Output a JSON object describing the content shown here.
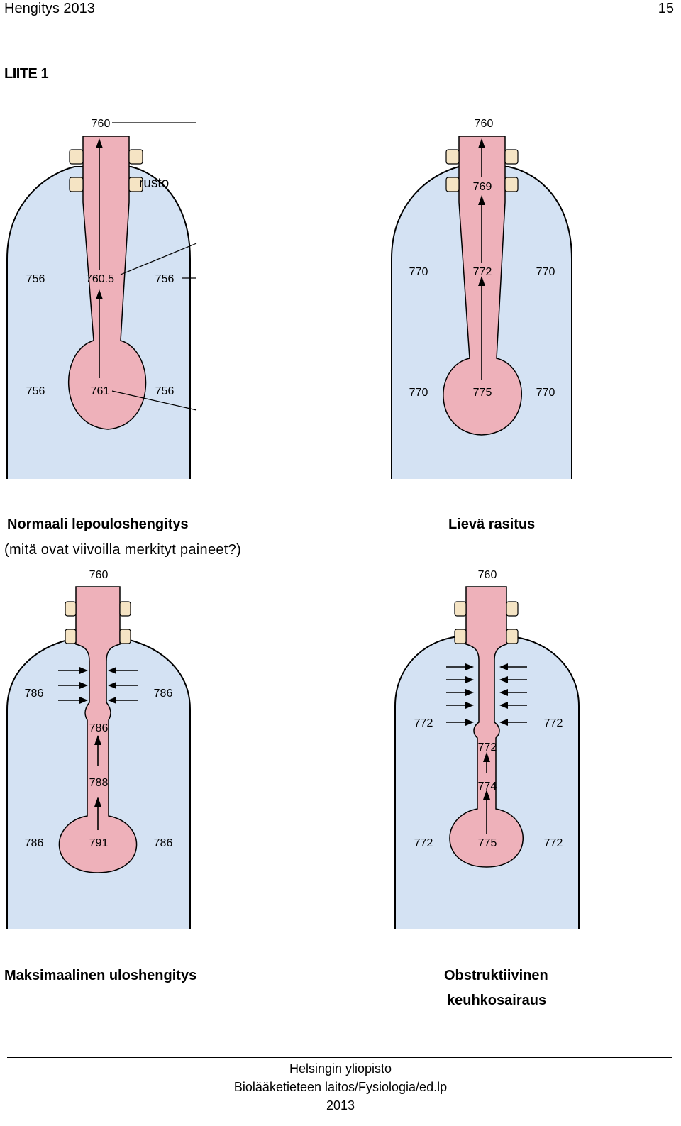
{
  "header": {
    "title": "Hengitys 2013",
    "page_number": "15"
  },
  "appendix_label": "LIITE 1",
  "panels": [
    {
      "top_pressure": "760",
      "cartilage_label": "rusto",
      "airway_pressure": "760.5",
      "alveolar_pressure": "761",
      "pleural_upper_left": "756",
      "pleural_upper_right": "756",
      "pleural_lower_left": "756",
      "pleural_lower_right": "756",
      "caption": "Normaali lepouloshengitys",
      "caption_note": "(mitä ovat viivoilla merkityt paineet?)"
    },
    {
      "top_pressure": "760",
      "trachea_pressure": "769",
      "airway_pressure": "772",
      "alveolar_pressure": "775",
      "pleural_upper_left": "770",
      "pleural_upper_right": "770",
      "pleural_lower_left": "770",
      "pleural_lower_right": "770",
      "caption": "Lievä rasitus"
    },
    {
      "top_pressure": "760",
      "airway_pressure": "786",
      "airway_lower_pressure": "788",
      "alveolar_pressure": "791",
      "pleural_upper_left": "786",
      "pleural_upper_right": "786",
      "pleural_lower_left": "786",
      "pleural_lower_right": "786",
      "caption": "Maksimaalinen uloshengitys"
    },
    {
      "top_pressure": "760",
      "airway_pressure": "772",
      "airway_lower_pressure": "774",
      "alveolar_pressure": "775",
      "pleural_upper_left": "772",
      "pleural_upper_right": "772",
      "pleural_lower_left": "772",
      "pleural_lower_right": "772",
      "caption_line1": "Obstruktiivinen",
      "caption_line2": "keuhkosairaus"
    }
  ],
  "footer": {
    "line1": "Helsingin yliopisto",
    "line2": "Biolääketieteen laitos/Fysiologia/ed.lp",
    "line3": "2013"
  },
  "colors": {
    "chest": "#d4e2f3",
    "airway": "#eeb1ba",
    "cartilage": "#f5e4c4"
  }
}
